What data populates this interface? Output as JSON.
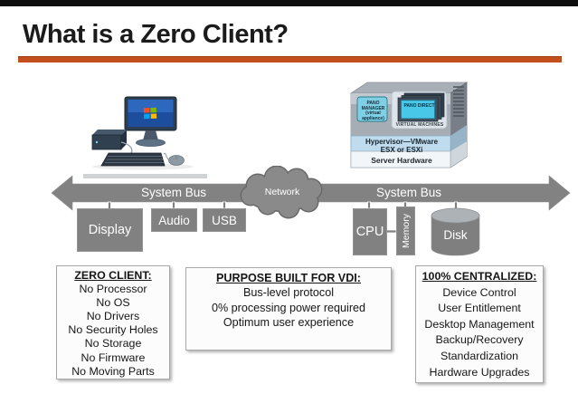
{
  "title": "What is a Zero Client?",
  "bus": {
    "left_label": "System Bus",
    "right_label": "System Bus",
    "network_label": "Network"
  },
  "client_components": [
    "Display",
    "Audio",
    "USB"
  ],
  "server_components": [
    "CPU",
    "Memory",
    "Disk"
  ],
  "server": {
    "pano_manager": "PANO MANAGER (virtual appliance)",
    "pano_direct": "PANO DIRECT",
    "virtual_machines": "VIRTUAL MACHINES",
    "hypervisor_line1": "Hypervisor—VMware",
    "hypervisor_line2": "ESX or ESXi",
    "hardware": "Server Hardware"
  },
  "info_boxes": [
    {
      "title": "ZERO CLIENT:",
      "lines": [
        "No Processor",
        "No OS",
        "No Drivers",
        "No Security Holes",
        "No Storage",
        "No Firmware",
        "No Moving Parts"
      ]
    },
    {
      "title": "PURPOSE BUILT FOR VDI:",
      "lines": [
        "Bus-level protocol",
        "0% processing power required",
        "Optimum user experience"
      ]
    },
    {
      "title": "100% CENTRALIZED:",
      "lines": [
        "Device Control",
        "User Entitlement",
        "Desktop Management",
        "Backup/Recovery",
        "Standardization",
        "Hardware Upgrades"
      ]
    }
  ],
  "colors": {
    "accent": "#c24f1c",
    "diagram_gray": "#818181"
  }
}
